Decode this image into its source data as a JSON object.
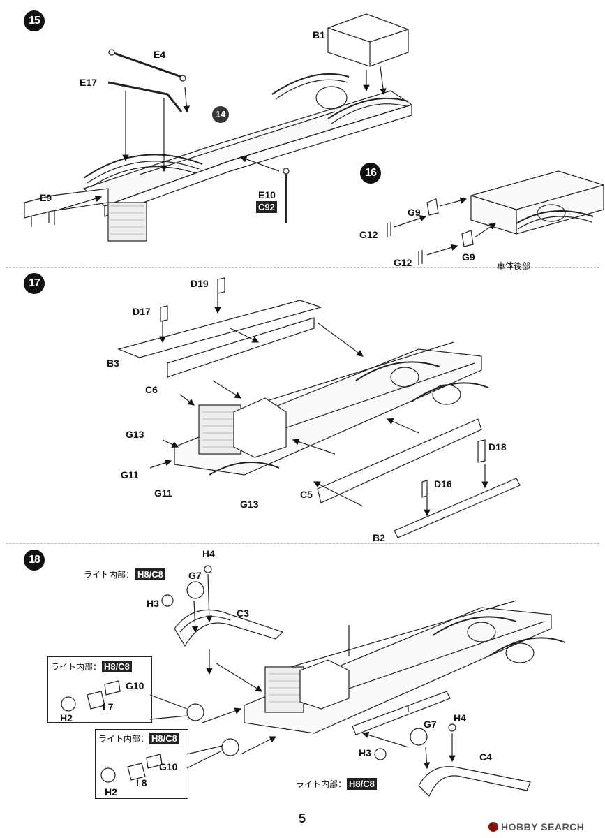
{
  "steps": {
    "s15": "15",
    "s14": "14",
    "s16": "16",
    "s17": "17",
    "s18": "18"
  },
  "labels15": {
    "B1": "B1",
    "E4": "E4",
    "E17": "E17",
    "E9": "E9",
    "E10": "E10",
    "C92": "C92"
  },
  "labels16": {
    "G9a": "G9",
    "G12a": "G12",
    "G12b": "G12",
    "G9b": "G9",
    "rear": "車体後部"
  },
  "labels17": {
    "D19": "D19",
    "D17": "D17",
    "B3": "B3",
    "C6": "C6",
    "G13a": "G13",
    "G11a": "G11",
    "G11b": "G11",
    "G13b": "G13",
    "C5": "C5",
    "D18": "D18",
    "D16": "D16",
    "B2": "B2"
  },
  "labels18": {
    "H4a": "H4",
    "lightInner1": "ライト内部：",
    "H8C8a": "H8/C8",
    "G7a": "G7",
    "H3a": "H3",
    "C3": "C3",
    "lightInner2": "ライト内部：",
    "H8C8b": "H8/C8",
    "G10a": "G10",
    "H2a": "H2",
    "I7": "I 7",
    "lightInner3": "ライト内部：",
    "H8C8c": "H8/C8",
    "G10b": "G10",
    "H2b": "H2",
    "I8": "I 8",
    "G7b": "G7",
    "H4b": "H4",
    "H3b": "H3",
    "C4": "C4",
    "lightInner4": "ライト内部：",
    "H8C8d": "H8/C8"
  },
  "footer": {
    "page": "5",
    "brand": "HOBBY SEARCH"
  }
}
